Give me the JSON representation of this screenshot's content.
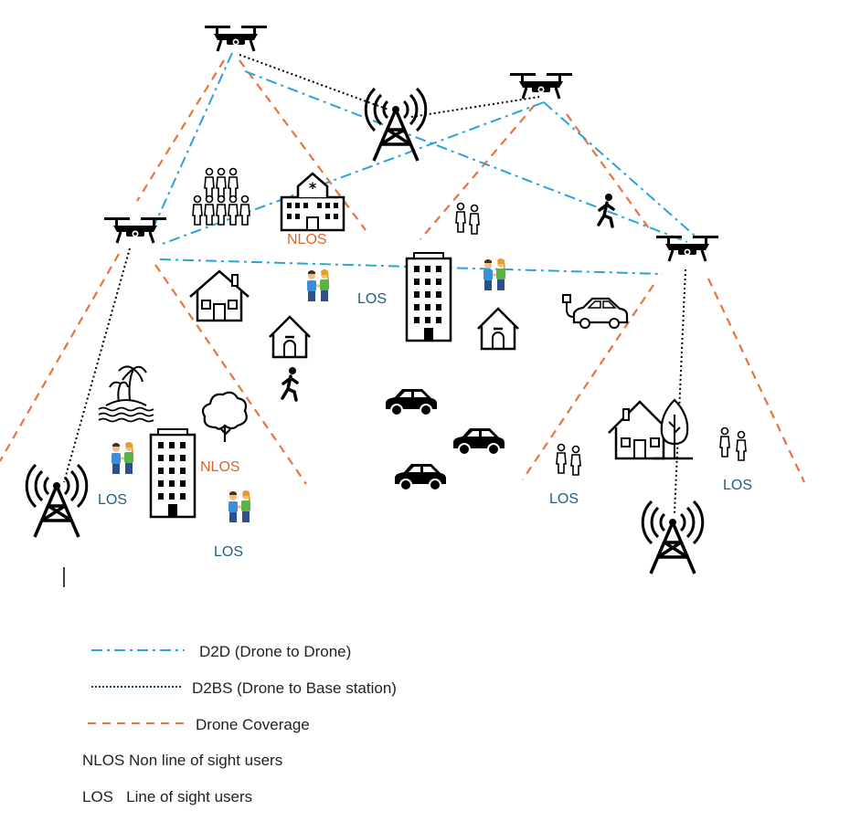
{
  "colors": {
    "d2d_line": "#2aa3d6",
    "d2bs_line": "#000000",
    "coverage_line": "#e8743b",
    "los_text": "#1f5f82",
    "nlos_text": "#d9652b",
    "icon": "#000000"
  },
  "labels": {
    "nlos_hospital": "NLOS",
    "nlos_building": "NLOS",
    "los_center": "LOS",
    "los_left": "LOS",
    "los_bottom_left": "LOS",
    "los_bottom_mid": "LOS",
    "los_bottom_right": "LOS"
  },
  "legend": {
    "d2d": "D2D (Drone to Drone)",
    "d2bs": "D2BS (Drone to Base station)",
    "coverage": "Drone Coverage",
    "nlos": "NLOS Non line of sight users",
    "los": "LOS   Line of sight users"
  },
  "icons": [
    "drone-icon",
    "cell-tower-icon",
    "hospital-icon",
    "house-icon",
    "building-icon",
    "car-icon",
    "electric-car-icon",
    "tree-icon",
    "island-icon",
    "walking-person-icon",
    "people-group-icon",
    "couple-icon"
  ]
}
